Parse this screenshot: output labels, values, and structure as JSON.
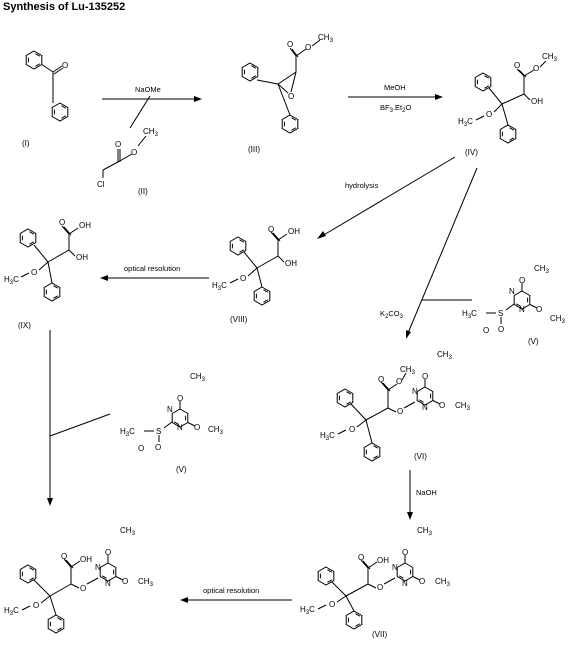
{
  "title": "Synthesis of Lu-135252",
  "compounds": {
    "c1": "(I)",
    "c2": "(II)",
    "c3": "(III)",
    "c4": "(IV)",
    "c5a": "(V)",
    "c5b": "(V)",
    "c6": "(VI)",
    "c7": "(VII)",
    "c8": "(VIII)",
    "c9": "(IX)"
  },
  "reagents": {
    "naome": "NaOMe",
    "meoh": "MeOH",
    "bf3": "BF",
    "bf3_sub": "3",
    "bf3_mid": ".Et",
    "bf3_sub2": "2",
    "bf3_end": "O",
    "hydrolysis": "hydrolysis",
    "k2co3_a": "K",
    "k2co3_sub1": "2",
    "k2co3_b": "CO",
    "k2co3_sub2": "3",
    "naoh": "NaOH",
    "resolution_top": "optical resolution",
    "resolution_bottom": "optical resolution"
  },
  "atoms": {
    "o": "O",
    "oh": "OH",
    "n": "N",
    "s": "S",
    "cl": "Cl",
    "ch3": "CH",
    "ch3_sub": "3",
    "h3c_h": "H",
    "h3c_sub": "3",
    "h3c_c": "C"
  }
}
